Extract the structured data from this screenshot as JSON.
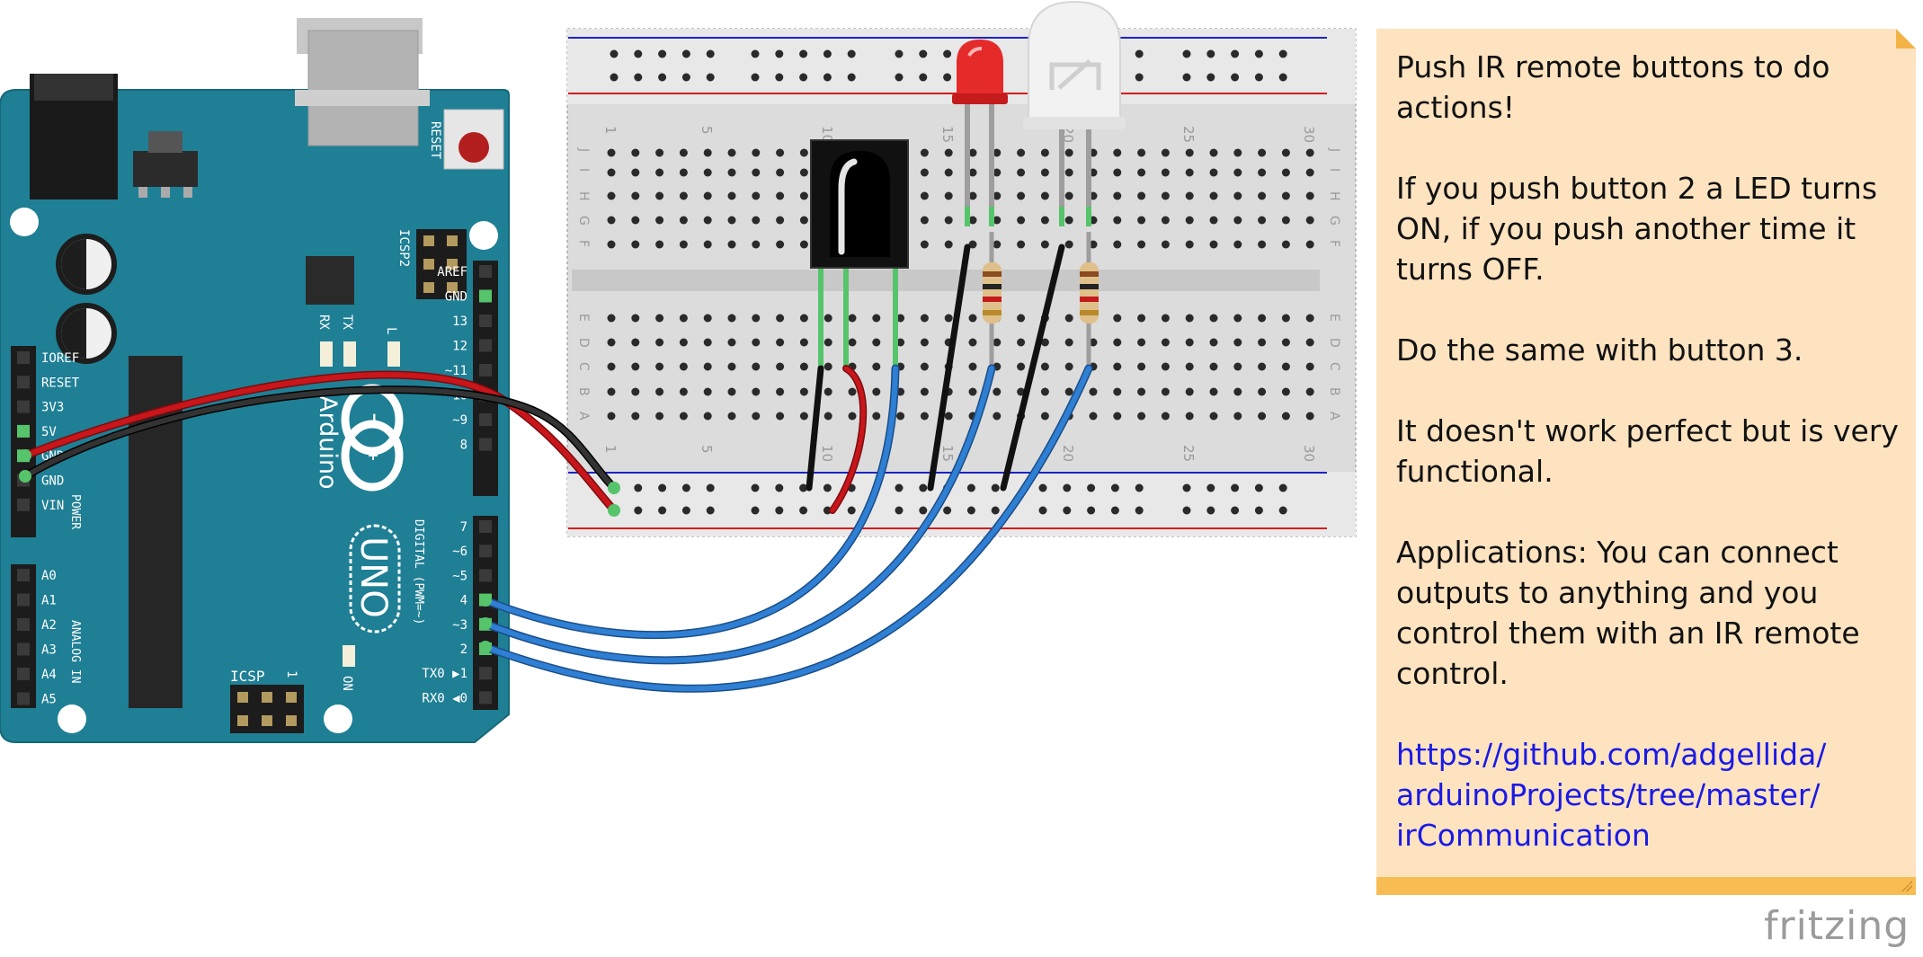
{
  "arduino": {
    "brand": "Arduino",
    "model": "UNO",
    "labels": {
      "reset": "RESET",
      "icsp2": "ICSP2",
      "icsp": "ICSP",
      "icsp_pin": "1",
      "on": "ON",
      "rx": "RX",
      "tx": "TX",
      "l": "L",
      "power": "POWER",
      "analog_in": "ANALOG IN",
      "digital": "DIGITAL (PWM=~)"
    },
    "power_pins": [
      "IOREF",
      "RESET",
      "3V3",
      "5V",
      "GND",
      "GND",
      "VIN"
    ],
    "analog_pins": [
      "A0",
      "A1",
      "A2",
      "A3",
      "A4",
      "A5"
    ],
    "digital_pins_top": [
      "AREF",
      "GND",
      "13",
      "12",
      "~11",
      "~10",
      "~9",
      "8"
    ],
    "digital_pins_bottom": [
      "7",
      "~6",
      "~5",
      "4",
      "~3",
      "2",
      "TX0 ▶1",
      "RX0 ◀0"
    ]
  },
  "breadboard": {
    "row_letters_top": [
      "J",
      "I",
      "H",
      "G",
      "F"
    ],
    "row_letters_bottom": [
      "E",
      "D",
      "C",
      "B",
      "A"
    ],
    "column_numbers": [
      "1",
      "5",
      "10",
      "15",
      "20",
      "25",
      "30"
    ]
  },
  "note": {
    "paragraphs": [
      "Push IR remote buttons to do actions!",
      "If you push button 2 a LED turns ON, if you push another time it turns OFF.",
      "Do the same with button 3.",
      "It doesn't work perfect but is very functional.",
      "Applications: You can connect outputs to anything and you control them with an IR remote control."
    ],
    "link_lines": [
      "https://github.com/adgellida/",
      "arduinoProjects/tree/master/",
      "irCommunication"
    ]
  },
  "watermark": "fritzing",
  "colors": {
    "board": "#1f7f95",
    "breadboard": "#dcdcdc",
    "wire_red": "#c8161b",
    "wire_black": "#222222",
    "wire_blue": "#2f7fd4",
    "note_bg": "#fde3c0",
    "note_bar": "#f8bd52",
    "link": "#1a1ae6"
  }
}
